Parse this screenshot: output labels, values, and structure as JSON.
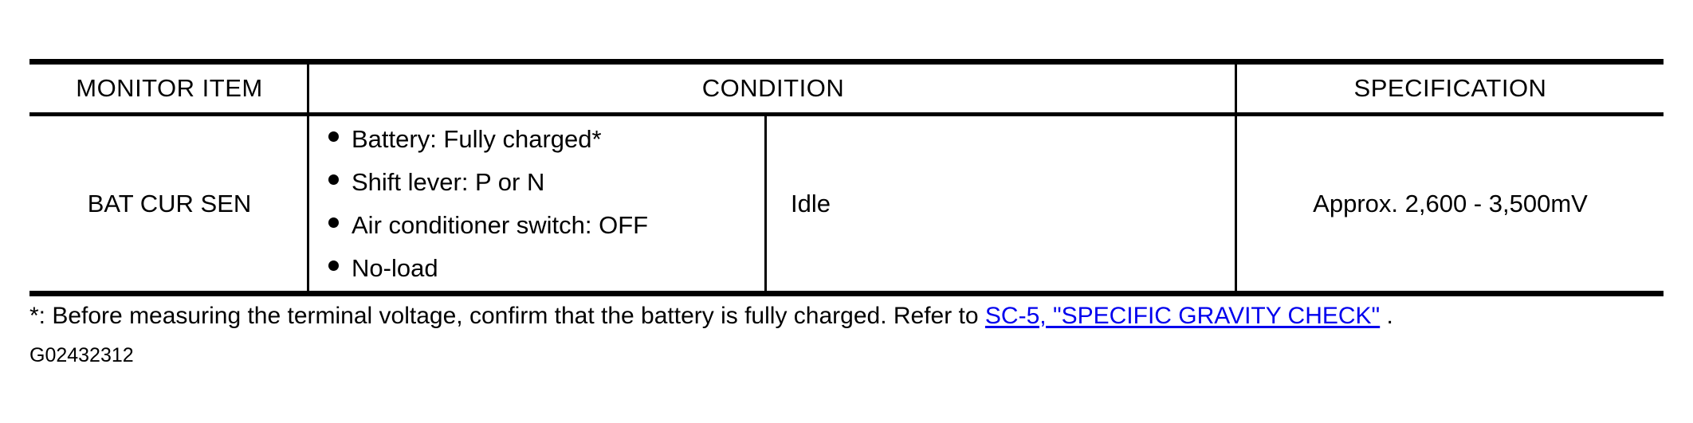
{
  "table": {
    "headers": {
      "monitor_item": "MONITOR ITEM",
      "condition": "CONDITION",
      "specification": "SPECIFICATION"
    },
    "rows": [
      {
        "monitor_item": "BAT CUR SEN",
        "condition_bullets": [
          "Battery: Fully charged*",
          "Shift lever: P or N",
          "Air conditioner switch: OFF",
          "No-load"
        ],
        "condition_state": "Idle",
        "specification": "Approx. 2,600 - 3,500mV"
      }
    ]
  },
  "footnote": {
    "marker_text": "*: Before measuring the terminal voltage, confirm that the battery is fully charged. Refer to ",
    "link_text": "SC-5, \"SPECIFIC GRAVITY CHECK\"",
    "trailing_text": " ."
  },
  "doc_code": "G02432312",
  "colors": {
    "ink": "#000000",
    "paper": "#ffffff"
  }
}
